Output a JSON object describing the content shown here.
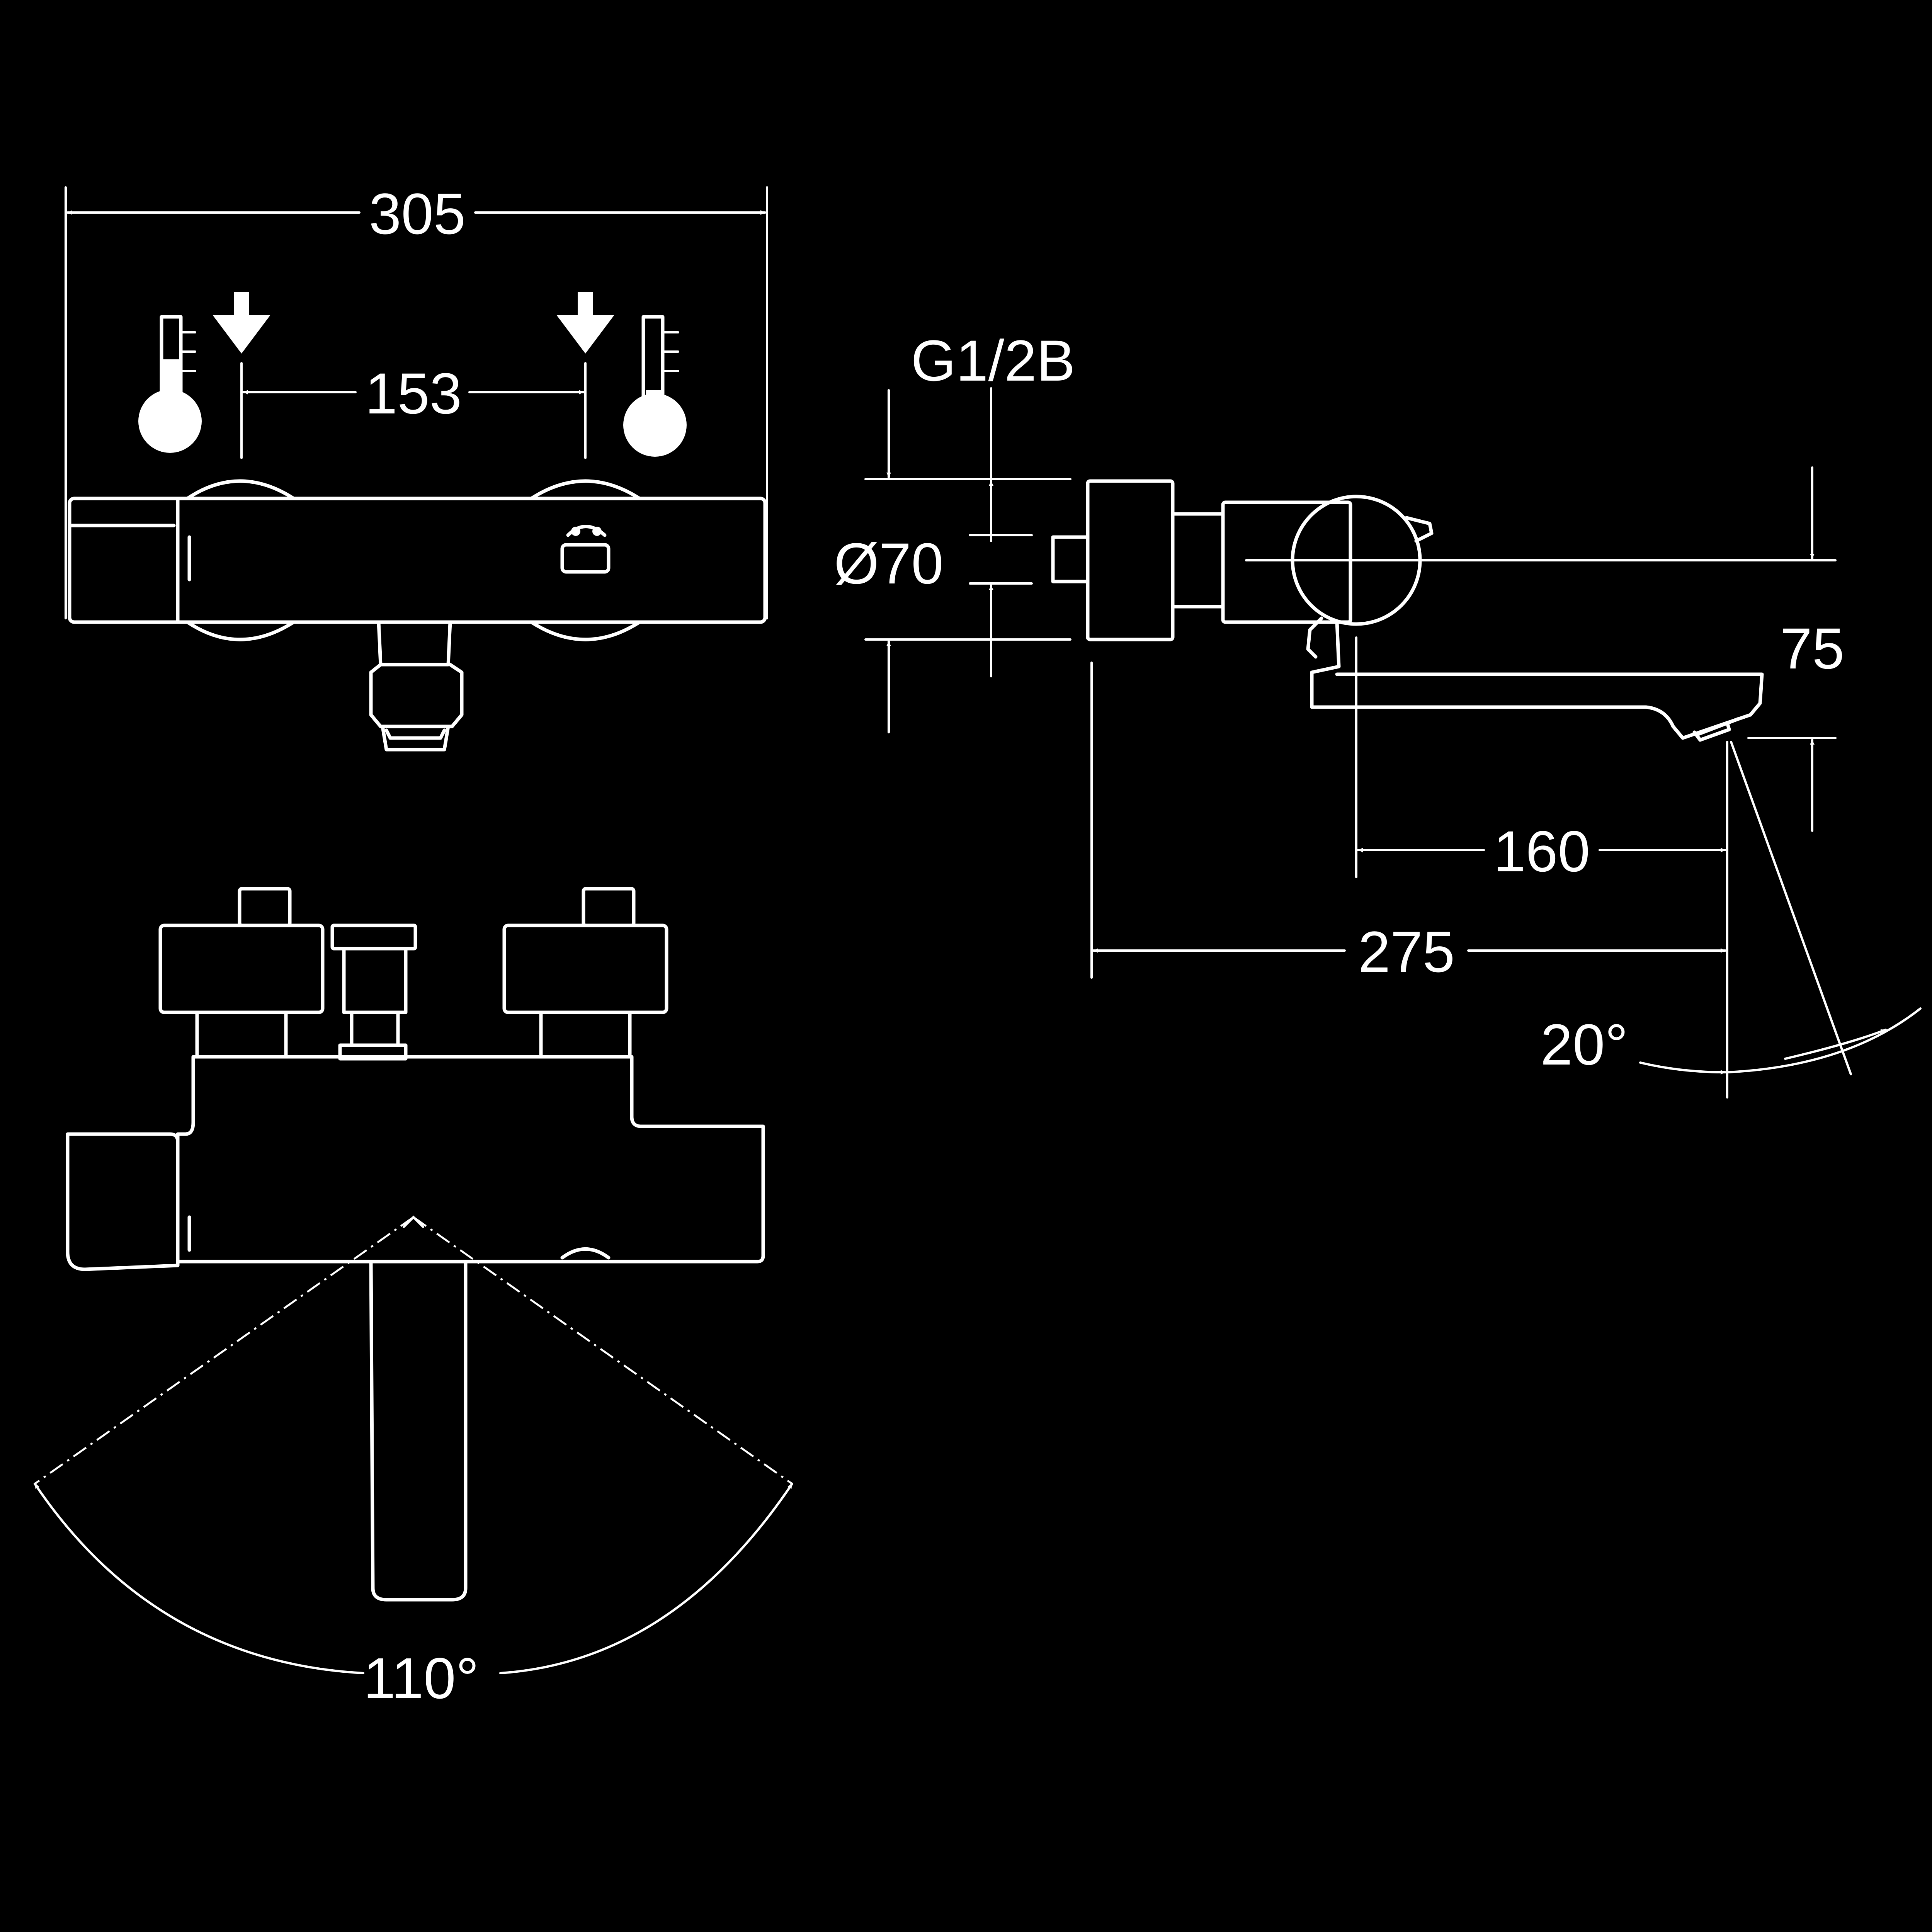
{
  "colors": {
    "background": "#000000",
    "line": "#ffffff"
  },
  "icons": {
    "hot_supply": "thermometer-hot-icon",
    "cold_supply": "thermometer-cold-icon",
    "inlet_arrows": "arrow-down-icon",
    "eco_button": "eco-button-icon"
  },
  "dimensions": {
    "overall_width": "305",
    "inlet_spacing": "153",
    "thread": "G1/2B",
    "diameter": "Ø70",
    "outlet_height": "75",
    "spout_reach": "160",
    "total_projection": "275",
    "spout_tilt": "20°",
    "spout_swivel": "110°"
  }
}
